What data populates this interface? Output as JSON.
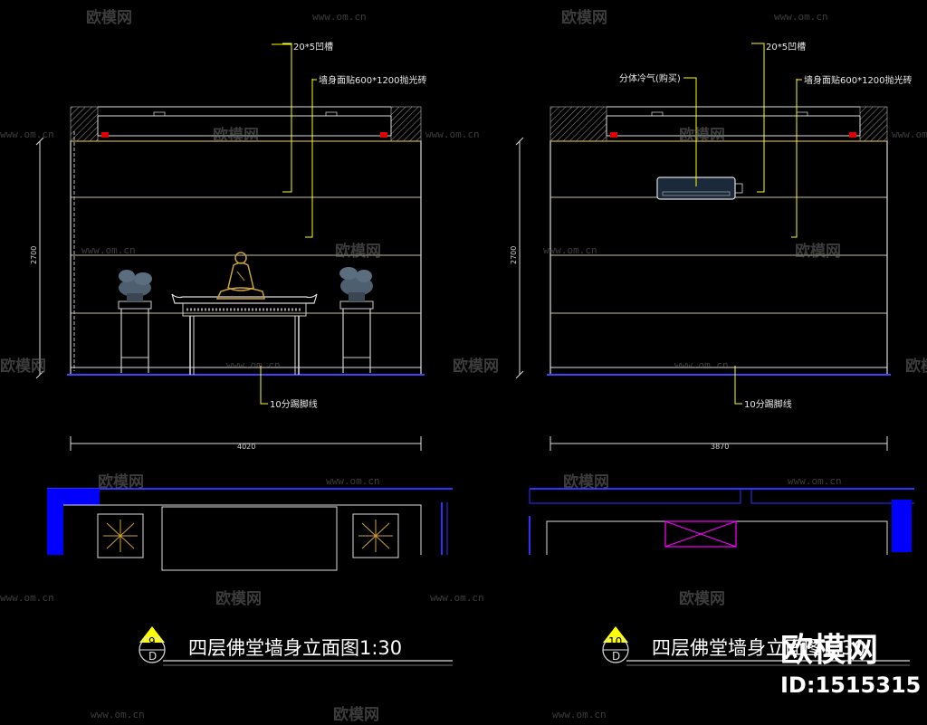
{
  "left_elevation": {
    "note_groove": "20*5凹槽",
    "note_wall_tile": "墙身面贴600*1200抛光砖",
    "note_skirting": "10分踢脚线",
    "height_dim": "2700",
    "width_dim": "4020",
    "tag_number": "9",
    "tag_sheet": "D",
    "title": "四层佛堂墙身立面图1:30"
  },
  "right_elevation": {
    "note_ac": "分体冷气(购买)",
    "note_groove": "20*5凹槽",
    "note_wall_tile": "墙身面贴600*1200抛光砖",
    "note_skirting": "10分踢脚线",
    "height_dim": "2700",
    "width_dim": "3870",
    "tag_number": "10",
    "tag_sheet": "D",
    "title": "四层佛堂墙身立面图1:30"
  },
  "watermark": {
    "brand": "欧模网",
    "url": "www.om.cn",
    "logo": "欧模网",
    "id": "ID:1515315"
  },
  "colors": {
    "background": "#000000",
    "lines": "#e0e0e0",
    "leader": "#ffff00",
    "floor_plan_wall": "#0000ff",
    "plan_tile": "#ff00ff",
    "statue": "#c8a23c"
  }
}
